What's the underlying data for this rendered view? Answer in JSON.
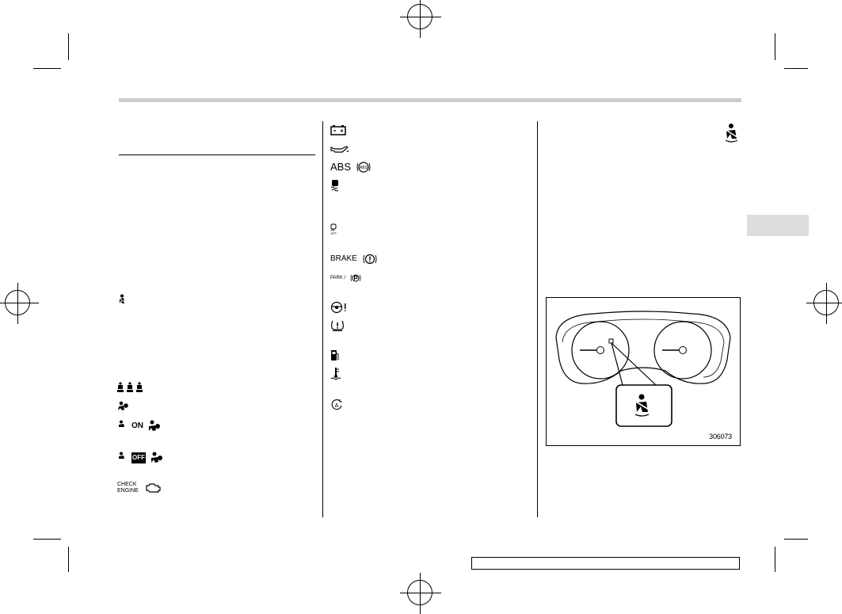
{
  "left_column": {
    "icons": [
      {
        "name": "seatbelt-reminder-icon",
        "label": ""
      },
      {
        "name": "seatbelt-indicators-icon",
        "label": ""
      },
      {
        "name": "srs-airbag-icon",
        "label": ""
      },
      {
        "name": "airbag-on-icon",
        "label": "ON"
      },
      {
        "name": "airbag-off-icon",
        "label": "OFF"
      },
      {
        "name": "check-engine-icon",
        "label_line1": "CHECK",
        "label_line2": "ENGINE"
      }
    ]
  },
  "middle_column": {
    "icons": [
      {
        "name": "battery-icon",
        "label": ""
      },
      {
        "name": "oil-pressure-icon",
        "label": ""
      },
      {
        "name": "abs-icon",
        "label": "ABS",
        "badge": "ABS"
      },
      {
        "name": "vehicle-dynamics-icon",
        "label": ""
      },
      {
        "name": "vdc-off-icon",
        "label": "OFF"
      },
      {
        "name": "brake-warning-icon",
        "label": "BRAKE"
      },
      {
        "name": "parking-brake-icon",
        "label": "PARK /"
      },
      {
        "name": "steering-warning-icon",
        "label": ""
      },
      {
        "name": "tire-pressure-icon",
        "label": ""
      },
      {
        "name": "low-fuel-icon",
        "label": ""
      },
      {
        "name": "coolant-temp-icon",
        "label": ""
      },
      {
        "name": "auto-start-stop-icon",
        "label": "A"
      }
    ]
  },
  "right_column": {
    "figure": {
      "code": "306073"
    }
  }
}
